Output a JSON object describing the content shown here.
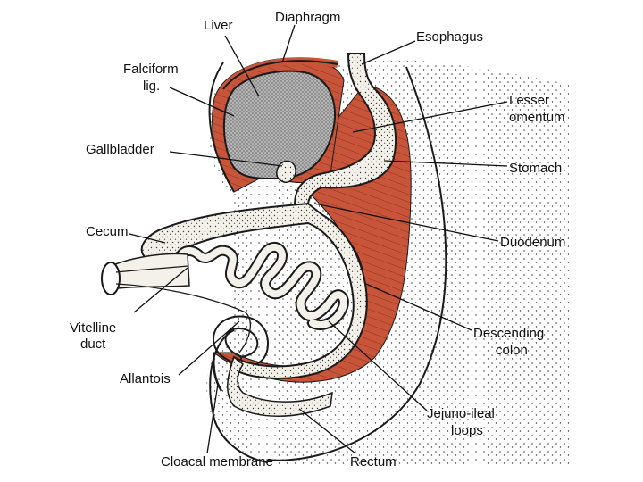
{
  "colors": {
    "mesentery": "#c8553a",
    "liver_fill": "#a9a9a9",
    "gut_fill": "#f4f1ea",
    "stipple": "#3a3a3a",
    "outline": "#1a1a1a",
    "background": "#ffffff"
  },
  "labels": {
    "liver": "Liver",
    "diaphragm": "Diaphragm",
    "esophagus": "Esophagus",
    "falciform_1": "Falciform",
    "falciform_2": "lig.",
    "lesser_omentum_1": "Lesser",
    "lesser_omentum_2": "omentum",
    "gallbladder": "Gallbladder",
    "stomach": "Stomach",
    "cecum": "Cecum",
    "duodenum": "Duodenum",
    "vitelline_1": "Vitelline",
    "vitelline_2": "duct",
    "descending_colon_1": "Descending",
    "descending_colon_2": "colon",
    "allantois": "Allantois",
    "jejuno_ileal_1": "Jejuno-ileal",
    "jejuno_ileal_2": "loops",
    "cloacal_membrane": "Cloacal membrane",
    "rectum": "Rectum"
  }
}
